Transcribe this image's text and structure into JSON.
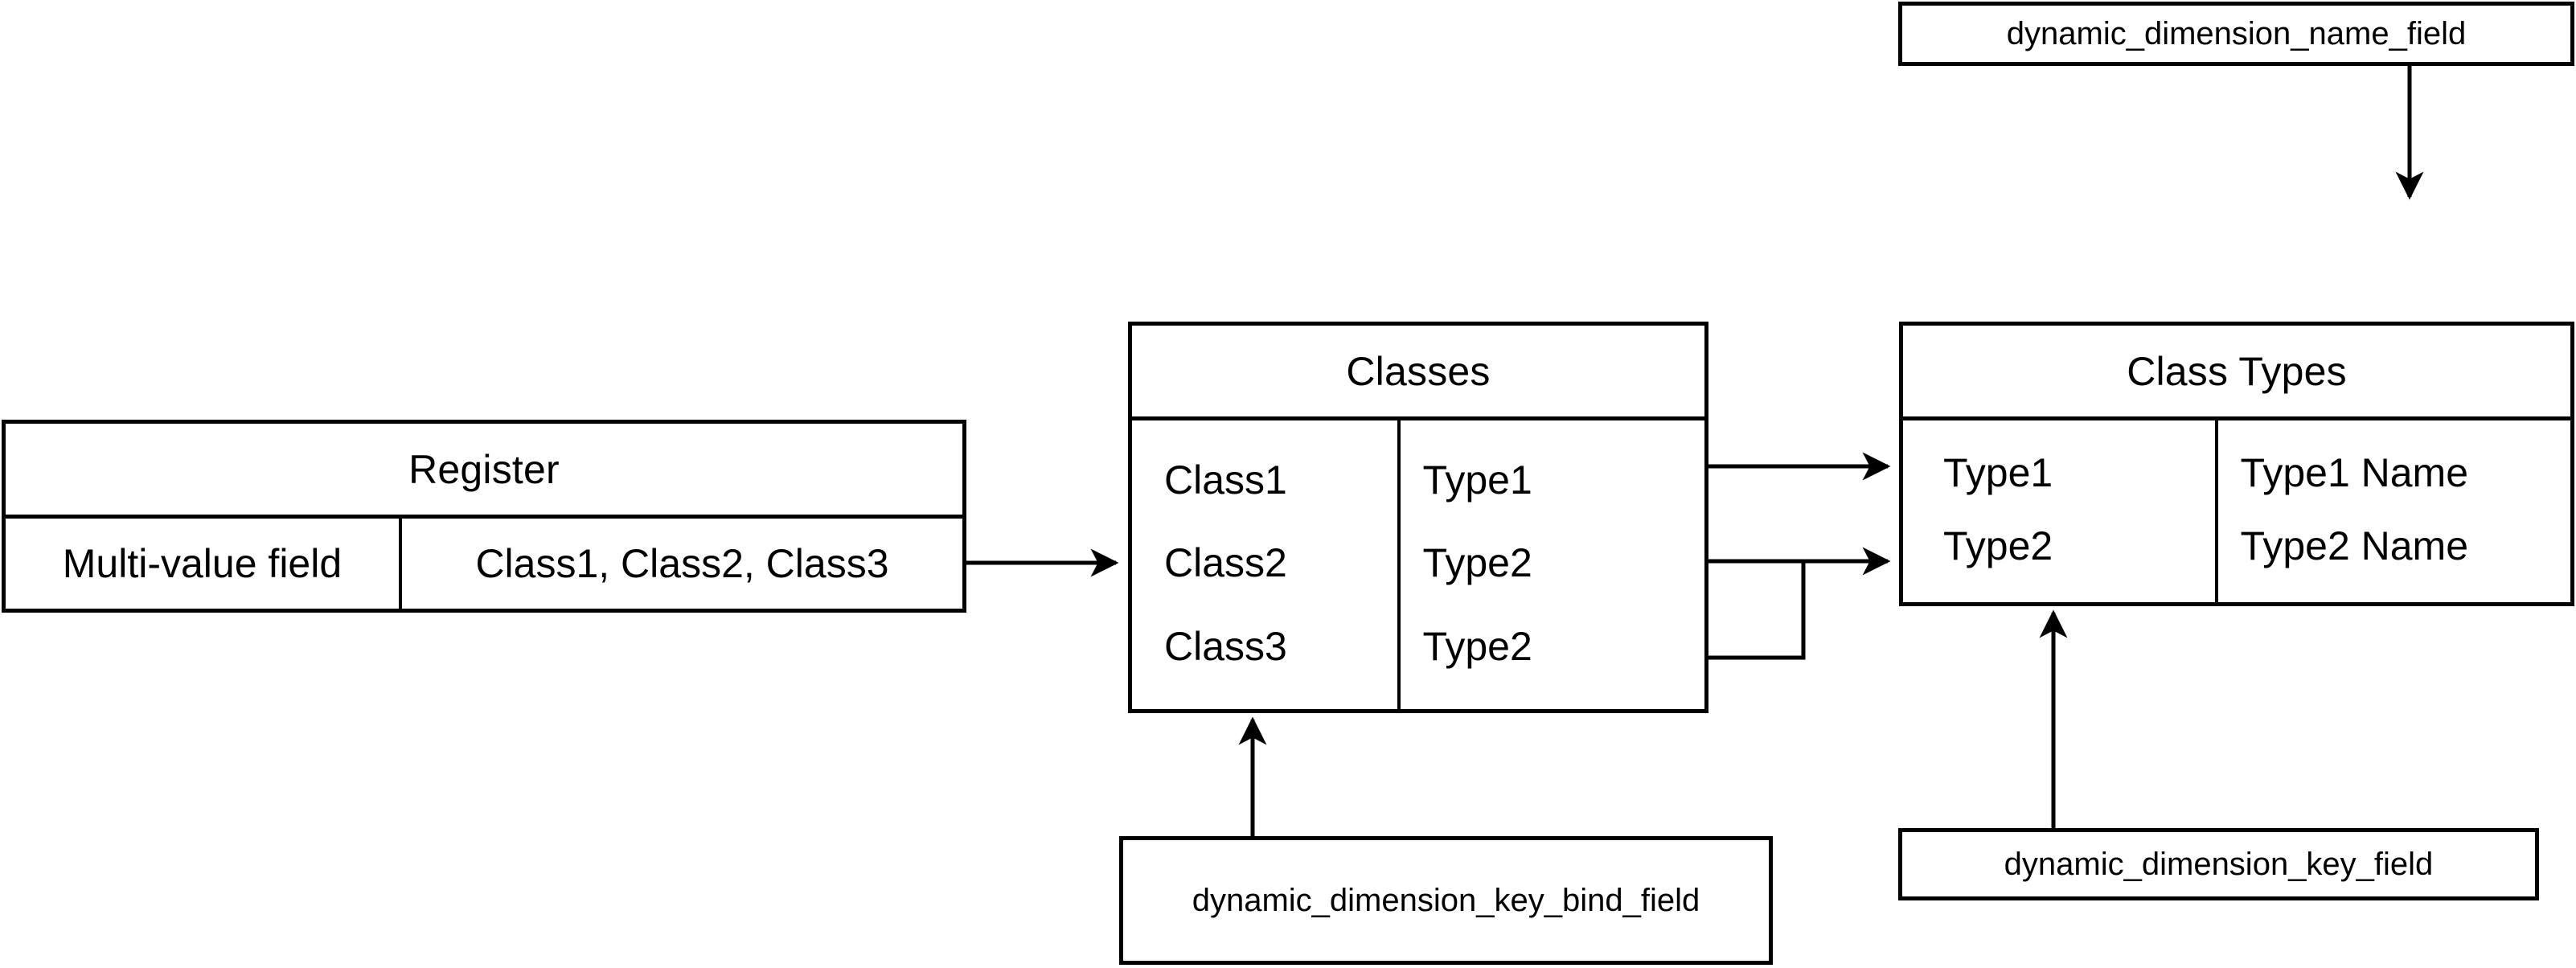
{
  "diagram": {
    "type": "entity-relationship-flow",
    "background": "#ffffff",
    "line_color": "#000000"
  },
  "entities": {
    "register": {
      "title": "Register",
      "rows": [
        {
          "left": "Multi-value field",
          "right": "Class1, Class2, Class3"
        }
      ]
    },
    "classes": {
      "title": "Classes",
      "rows": [
        {
          "left": "Class1",
          "right": "Type1"
        },
        {
          "left": "Class2",
          "right": "Type2"
        },
        {
          "left": "Class3",
          "right": "Type2"
        }
      ]
    },
    "class_types": {
      "title": "Class Types",
      "rows": [
        {
          "left": "Type1",
          "right": "Type1 Name"
        },
        {
          "left": "Type2",
          "right": "Type2 Name"
        }
      ]
    }
  },
  "notes": {
    "name_field": "dynamic_dimension_name_field",
    "key_field": "dynamic_dimension_key_field",
    "key_bind_field": "dynamic_dimension_key_bind_field"
  },
  "connectors": [
    {
      "name": "register-to-classes",
      "from": "register.value-cell",
      "to": "classes.left-edge",
      "arrow": "right"
    },
    {
      "name": "classes-type1-to-classtypes-type1",
      "from": "classes.right-edge",
      "to": "class_types.left-edge",
      "arrow": "right"
    },
    {
      "name": "classes-type2-to-classtypes-type2",
      "from": "classes.right-edge",
      "to": "class_types.left-edge",
      "arrow": "right"
    },
    {
      "name": "classes-type2-row3-branch",
      "from": "classes.right-edge-row3",
      "to": "classes-type2-to-classtypes-type2",
      "arrow": "none"
    },
    {
      "name": "name-field-to-classtypes",
      "from": "notes.name_field",
      "to": "class_types.header",
      "arrow": "down"
    },
    {
      "name": "key-field-to-classtypes",
      "from": "notes.key_field",
      "to": "class_types.bottom-edge",
      "arrow": "up"
    },
    {
      "name": "key-bind-field-to-classes",
      "from": "notes.key_bind_field",
      "to": "classes.bottom-edge",
      "arrow": "up"
    }
  ]
}
